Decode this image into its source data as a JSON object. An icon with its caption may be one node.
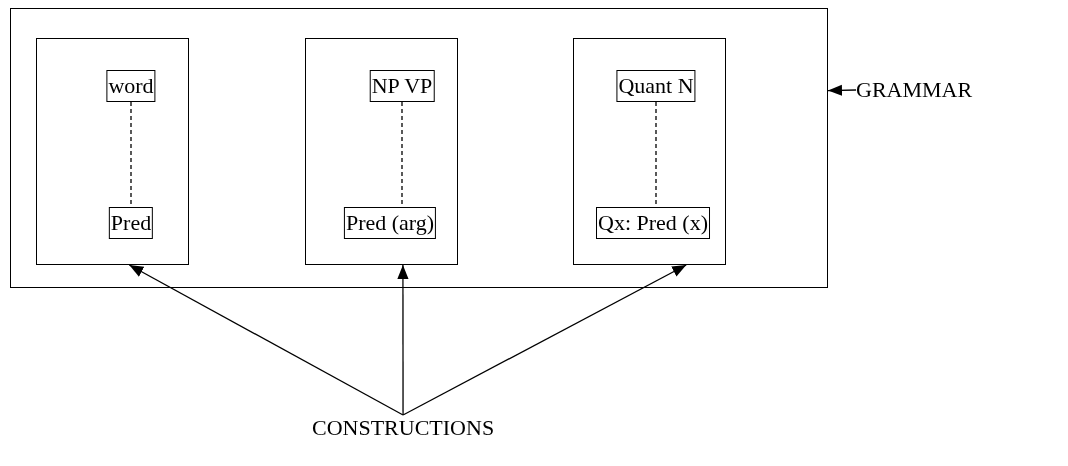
{
  "diagram": {
    "nodes": [
      {
        "text": [],
        "shape": "box"
      },
      {
        "text": [],
        "shape": "box",
        "in": 0
      },
      {
        "text": [
          "word"
        ],
        "in": 1
      },
      {
        "text": [
          "Pred"
        ],
        "in": 1
      },
      {
        "text": [],
        "shape": "box",
        "in": 0
      },
      {
        "text": [
          "NP VP"
        ],
        "in": 4
      },
      {
        "text": [
          "Pred (arg)"
        ],
        "in": 4
      },
      {
        "text": [],
        "shape": "box",
        "in": 0
      },
      {
        "text": [
          "Quant N"
        ],
        "in": 7
      },
      {
        "text": [
          "Qx: Pred (x)"
        ],
        "in": 7
      },
      {
        "text": [
          "GRAMMAR"
        ]
      },
      {
        "text": [
          "CONSTRUCTIONS"
        ]
      }
    ],
    "edges": [
      {
        "from": 2,
        "to": 3,
        "arrow": "none",
        "style": "dashed"
      },
      {
        "from": 5,
        "to": 6,
        "arrow": "none",
        "style": "dashed"
      },
      {
        "from": 8,
        "to": 9,
        "arrow": "none",
        "style": "dashed"
      },
      {
        "from": 10,
        "to": 0,
        "arrow": "to"
      },
      {
        "from": 11,
        "to": 1,
        "arrow": "to"
      },
      {
        "from": 11,
        "to": 4,
        "arrow": "to"
      },
      {
        "from": 11,
        "to": 7,
        "arrow": "to"
      }
    ]
  }
}
